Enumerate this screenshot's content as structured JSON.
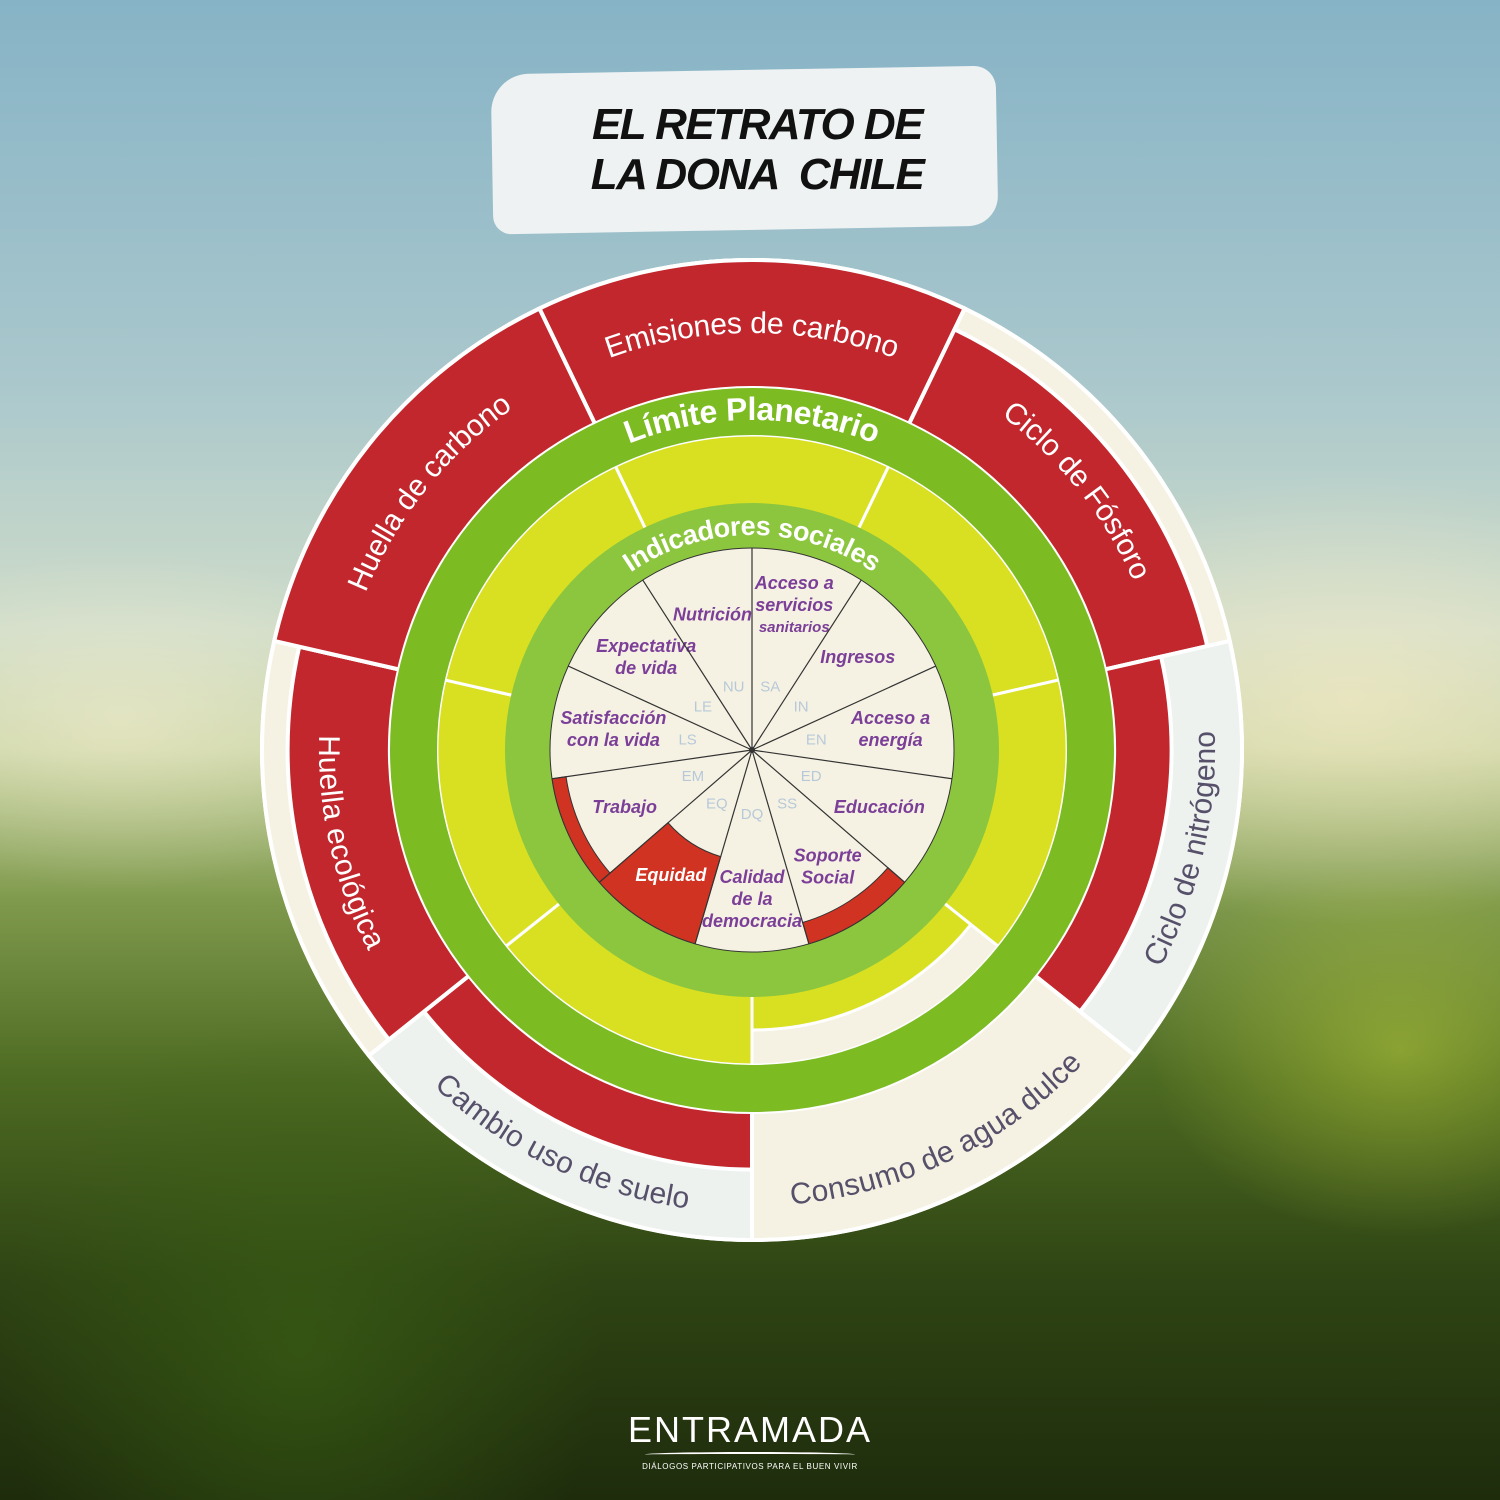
{
  "title": {
    "line1": "EL RETRATO DE",
    "line2": "LA DONA  CHILE"
  },
  "colors": {
    "overshoot": "#c1272d",
    "shortfall": "#d13322",
    "planetary_ring": "#7dbb23",
    "social_ring": "#8cc63f",
    "safe_space": "#d9e022",
    "cream": "#f6f2e3",
    "light": "#edf2ee",
    "purple": "#7b3f98",
    "code": "#b7c9d9",
    "outer_text_light": "#56506a"
  },
  "planetary_label": "Límite Planetario",
  "social_label": "Indicadores sociales",
  "planetary_boundaries": [
    {
      "name": "Emisiones de carbono",
      "overshoot": 1.0,
      "safe_fill": 1.0,
      "rest": "cream"
    },
    {
      "name": "Ciclo de Fósforo",
      "overshoot": 0.82,
      "safe_fill": 1.0,
      "rest": "cream"
    },
    {
      "name": "Ciclo de nitrógeno",
      "overshoot": 0.45,
      "safe_fill": 1.0,
      "rest": "light"
    },
    {
      "name": "Consumo de agua dulce",
      "overshoot": 0.0,
      "safe_fill": 0.5,
      "rest": "cream"
    },
    {
      "name": "Cambio uso de suelo",
      "overshoot": 0.45,
      "safe_fill": 1.0,
      "rest": "light"
    },
    {
      "name": "Huella ecológica",
      "overshoot": 0.8,
      "safe_fill": 1.0,
      "rest": "cream"
    },
    {
      "name": "Huella de carbono",
      "overshoot": 1.0,
      "safe_fill": 1.0,
      "rest": "cream"
    }
  ],
  "social_indicators": [
    {
      "code": "SA",
      "lines": [
        "Acceso a",
        "servicios",
        "sanitarios"
      ],
      "shortfall": 0
    },
    {
      "code": "IN",
      "lines": [
        "Ingresos"
      ],
      "shortfall": 0
    },
    {
      "code": "EN",
      "lines": [
        "Acceso a",
        "energía"
      ],
      "shortfall": 0
    },
    {
      "code": "ED",
      "lines": [
        "Educación"
      ],
      "shortfall": 0
    },
    {
      "code": "SS",
      "lines": [
        "Soporte",
        "Social"
      ],
      "shortfall": 0.11
    },
    {
      "code": "DQ",
      "lines": [
        "Calidad",
        "de la",
        "democracia"
      ],
      "shortfall": 0
    },
    {
      "code": "EQ",
      "lines": [
        "Equidad"
      ],
      "shortfall": 0.45
    },
    {
      "code": "EM",
      "lines": [
        "Trabajo"
      ],
      "shortfall": 0.07
    },
    {
      "code": "LS",
      "lines": [
        "Satisfacción",
        "con la vida"
      ],
      "shortfall": 0
    },
    {
      "code": "LE",
      "lines": [
        "Expectativa",
        "de vida"
      ],
      "shortfall": 0
    },
    {
      "code": "NU",
      "lines": [
        "Nutrición"
      ],
      "shortfall": 0
    }
  ],
  "logo": {
    "name": "ENTRAMADA",
    "tagline": "DIÁLOGOS PARTICIPATIVOS PARA EL BUEN VIVIR"
  }
}
